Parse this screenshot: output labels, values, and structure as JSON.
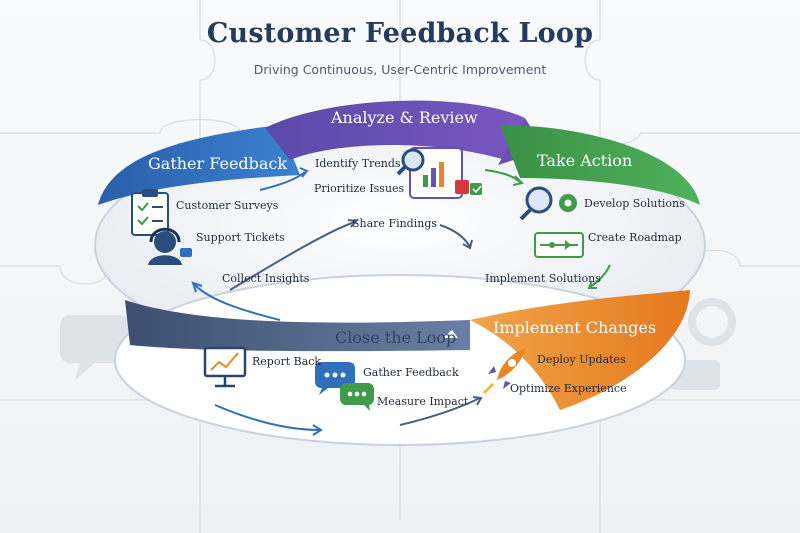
{
  "header": {
    "title": "Customer Feedback Loop",
    "subtitle": "Driving Continuous, User-Centric Improvement"
  },
  "stages": {
    "gather": {
      "title": "Gather Feedback",
      "color": "#2f6fbd",
      "items": [
        "Customer Surveys",
        "Support Tickets",
        "Collect Insights"
      ]
    },
    "analyze": {
      "title": "Analyze & Review",
      "color": "#6a4fb3",
      "items": [
        "Identify Trends",
        "Prioritize Issues",
        "Share Findings"
      ]
    },
    "action": {
      "title": "Take Action",
      "color": "#3f9a4a",
      "items": [
        "Develop Solutions",
        "Create Roadmap",
        "Implement Solutions"
      ]
    },
    "implement": {
      "title": "Implement Changes",
      "color": "#e9862a",
      "items": [
        "Deploy Updates",
        "Optimize Experience"
      ]
    },
    "close": {
      "title": "Close the Loop",
      "color": "#4a5f80",
      "items": [
        "Report Back",
        "Gather Feedback",
        "Measure Impact"
      ]
    }
  },
  "icons": [
    "clipboard-icon",
    "headset-icon",
    "magnifier-chart-icon",
    "tools-gear-icon",
    "roadmap-icon",
    "presentation-icon",
    "chat-bubbles-icon",
    "rocket-icon"
  ]
}
